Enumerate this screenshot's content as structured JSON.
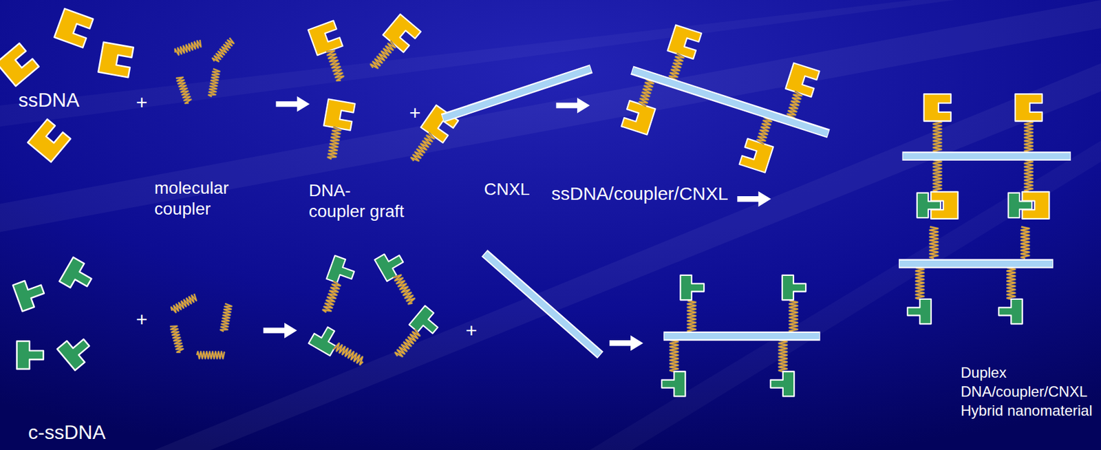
{
  "diagram": {
    "labels": [
      "ssDNA",
      "+",
      "molecular coupler",
      "DNA- coupler graft",
      "+",
      "CNXL",
      "ssDNA/coupler/CNXL",
      "+",
      "+",
      "c-ssDNA",
      "Duplex DNA/coupler/CNXL Hybrid nanomaterial"
    ]
  }
}
